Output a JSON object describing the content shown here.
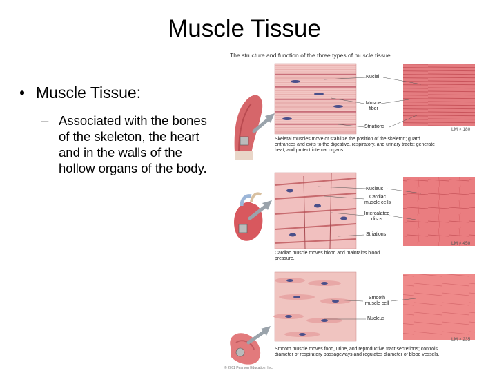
{
  "slide": {
    "title": "Muscle Tissue",
    "bullet": "Muscle Tissue:",
    "bullet_marker": "•",
    "sub_marker": "–",
    "sub_bullet": "Associated with the bones of the skeleton, the heart and in the walls of the hollow organs of the body."
  },
  "figure": {
    "title": "The structure and function of the three types of muscle tissue",
    "skeletal": {
      "labels": {
        "nuclei": "Nuclei",
        "fiber": "Muscle fiber",
        "striations": "Striations"
      },
      "magnification": "LM × 180",
      "description": "Skeletal muscles move or stabilize the position of the skeleton; guard entrances and exits to the digestive, respiratory, and urinary tracts; generate heat; and protect internal organs."
    },
    "cardiac": {
      "labels": {
        "nucleus": "Nucleus",
        "cells": "Cardiac muscle cells",
        "discs": "Intercalated discs",
        "striations": "Striations"
      },
      "magnification": "LM × 450",
      "description": "Cardiac muscle moves blood and maintains blood pressure."
    },
    "smooth": {
      "labels": {
        "cell": "Smooth muscle cell",
        "nucleus": "Nucleus"
      },
      "magnification": "LM × 235",
      "description": "Smooth muscle moves food, urine, and reproductive tract secretions; controls diameter of respiratory passageways and regulates diameter of blood vessels."
    },
    "credit": "© 2011 Pearson Education, Inc."
  }
}
